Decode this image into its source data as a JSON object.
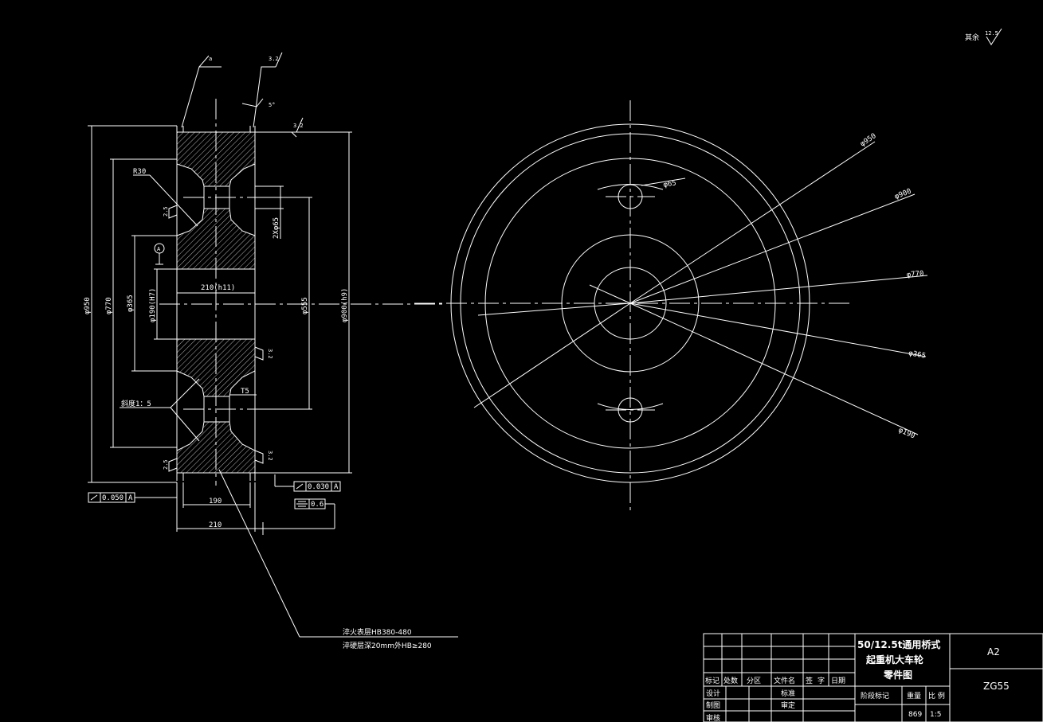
{
  "surface_note": "其余",
  "surface_rest_value": "12.5",
  "section_dims": {
    "d950": "φ950",
    "d770": "φ770",
    "d365": "φ365",
    "d190": "φ190(H7)",
    "d555": "φ555",
    "d900": "φ900(h9)",
    "holes": "2Xφ65",
    "w210_h11": "210(h11)",
    "w190": "190",
    "w210": "210",
    "r30": "R30",
    "t5": "T5",
    "taper": "斜度1：5",
    "datum": "A",
    "angle": "5°",
    "rough_a": "a",
    "rough_32": "3.2",
    "rough_25": "2.5",
    "rough_12": "12.5"
  },
  "tolerances": {
    "runout_left": "0.050",
    "runout_right": "0.030",
    "datum_ref": "A",
    "symmetry": "0.6"
  },
  "notes": {
    "line1": "淬火表层HB380-480",
    "line2": "淬硬层深20mm外HB≥280"
  },
  "front_dims": {
    "d950": "φ950",
    "d900": "φ900",
    "d770": "φ770",
    "d365": "φ365",
    "d190": "φ190",
    "d65": "φ65"
  },
  "title_block": {
    "title_line1": "50/12.5t通用桥式",
    "title_line2": "起重机大车轮",
    "title_line3": "零件图",
    "sheet_size": "A2",
    "material": "ZG55",
    "header_cols": [
      "标记",
      "处数",
      "分区",
      "文件名",
      "签",
      "字",
      "日期"
    ],
    "row_design": "设计",
    "row_standard": "标准",
    "row_draw": "制图",
    "row_review": "审定",
    "row_check": "审核",
    "stage_label": "阶段标记",
    "weight_label": "重量",
    "scale_label": "比 例",
    "weight_value": "869",
    "scale_value": "1:5"
  }
}
